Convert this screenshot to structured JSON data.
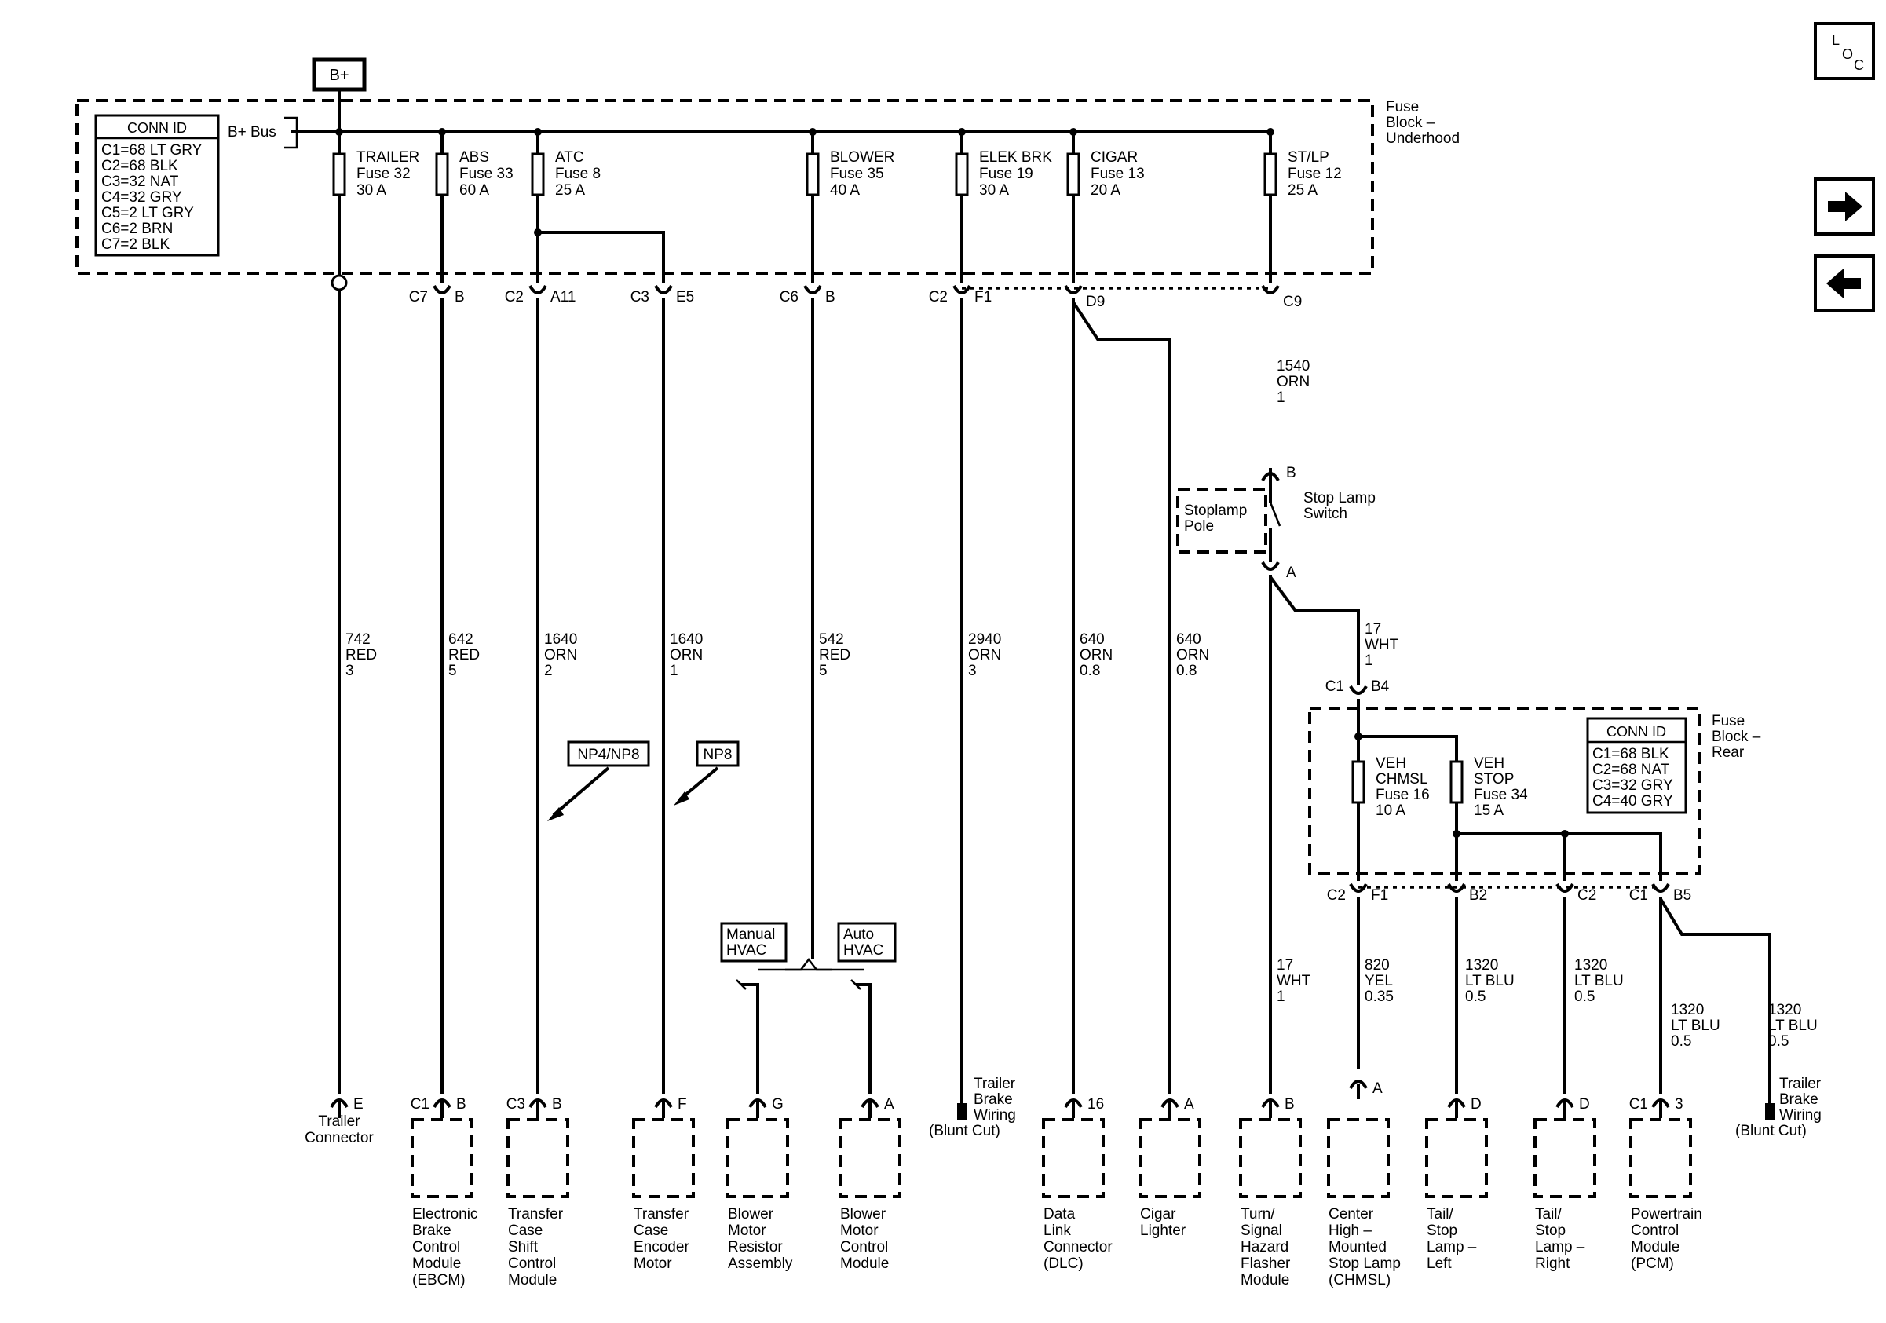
{
  "nav": {
    "loc_l": "L",
    "loc_o": "O",
    "loc_c": "C"
  },
  "bplus": "B+",
  "bus_label": "B+ Bus",
  "fuse_block_underhood": [
    "Fuse",
    "Block –",
    "Underhood"
  ],
  "fuse_block_rear": [
    "Fuse",
    "Block –",
    "Rear"
  ],
  "conn_id_underhood": {
    "title": "CONN ID",
    "lines": [
      "C1=68 LT GRY",
      "C2=68 BLK",
      "C3=32 NAT",
      "C4=32 GRY",
      "C5=2 LT GRY",
      "C6=2 BRN",
      "C7=2 BLK"
    ]
  },
  "conn_id_rear": {
    "title": "CONN ID",
    "lines": [
      "C1=68 BLK",
      "C2=68 NAT",
      "C3=32 GRY",
      "C4=40 GRY"
    ]
  },
  "fuses_underhood": [
    [
      "TRAILER",
      "Fuse 32",
      "30 A"
    ],
    [
      "ABS",
      "Fuse 33",
      "60 A"
    ],
    [
      "ATC",
      "Fuse 8",
      "25 A"
    ],
    [
      "BLOWER",
      "Fuse 35",
      "40 A"
    ],
    [
      "ELEK BRK",
      "Fuse 19",
      "30 A"
    ],
    [
      "CIGAR",
      "Fuse 13",
      "20 A"
    ],
    [
      "ST/LP",
      "Fuse 12",
      "25 A"
    ]
  ],
  "fuses_rear": [
    [
      "VEH",
      "CHMSL",
      "Fuse 16",
      "10 A"
    ],
    [
      "VEH",
      "STOP",
      "Fuse 34",
      "15 A"
    ]
  ],
  "top_connectors": [
    [
      "C7",
      "B"
    ],
    [
      "C2",
      "A11"
    ],
    [
      "C3",
      "E5"
    ],
    [
      "C6",
      "B"
    ],
    [
      "C2",
      "F1"
    ],
    [
      "D9"
    ],
    [
      "C9"
    ]
  ],
  "rear_top_connector": [
    "C1",
    "B4"
  ],
  "rear_bottom_connectors": [
    [
      "C2",
      "F1"
    ],
    [
      "B2"
    ],
    [
      "C2"
    ],
    [
      "C1",
      "B5"
    ]
  ],
  "wires": [
    [
      "742",
      "RED",
      "3"
    ],
    [
      "642",
      "RED",
      "5"
    ],
    [
      "1640",
      "ORN",
      "2"
    ],
    [
      "1640",
      "ORN",
      "1"
    ],
    [
      "542",
      "RED",
      "5"
    ],
    [
      "2940",
      "ORN",
      "3"
    ],
    [
      "640",
      "ORN",
      "0.8"
    ],
    [
      "640",
      "ORN",
      "0.8"
    ],
    [
      "1540",
      "ORN",
      "1"
    ],
    [
      "17",
      "WHT",
      "1"
    ],
    [
      "17",
      "WHT",
      "1"
    ],
    [
      "820",
      "YEL",
      "0.35"
    ],
    [
      "1320",
      "LT BLU",
      "0.5"
    ],
    [
      "1320",
      "LT BLU",
      "0.5"
    ],
    [
      "1320",
      "LT BLU",
      "0.5"
    ],
    [
      "1320",
      "LT BLU",
      "0.5"
    ]
  ],
  "option_tags": [
    "NP4/NP8",
    "NP8"
  ],
  "hvac_tags": [
    [
      "Manual",
      "HVAC"
    ],
    [
      "Auto",
      "HVAC"
    ]
  ],
  "stoplamp": {
    "pole": [
      "Stoplamp",
      "Pole"
    ],
    "switch": [
      "Stop Lamp",
      "Switch"
    ],
    "pin_b": "B",
    "pin_a": "A"
  },
  "bottom_pins": [
    [
      "E"
    ],
    [
      "C1",
      "B"
    ],
    [
      "C3",
      "B"
    ],
    [
      "F"
    ],
    [
      "G"
    ],
    [
      "A"
    ],
    [
      "16"
    ],
    [
      "A"
    ],
    [
      "B"
    ],
    [
      "A"
    ],
    [
      "D"
    ],
    [
      "D"
    ],
    [
      "C1",
      "3"
    ]
  ],
  "components": [
    [
      "Trailer",
      "Connector"
    ],
    [
      "Electronic",
      "Brake",
      "Control",
      "Module",
      "(EBCM)"
    ],
    [
      "Transfer",
      "Case",
      "Shift",
      "Control",
      "Module"
    ],
    [
      "Transfer",
      "Case",
      "Encoder",
      "Motor"
    ],
    [
      "Blower",
      "Motor",
      "Resistor",
      "Assembly"
    ],
    [
      "Blower",
      "Motor",
      "Control",
      "Module"
    ],
    [
      "Data",
      "Link",
      "Connector",
      "(DLC)"
    ],
    [
      "Cigar",
      "Lighter"
    ],
    [
      "Turn/",
      "Signal",
      "Hazard",
      "Flasher",
      "Module"
    ],
    [
      "Center",
      "High –",
      "Mounted",
      "Stop Lamp",
      "(CHMSL)"
    ],
    [
      "Tail/",
      "Stop",
      "Lamp –",
      "Left"
    ],
    [
      "Tail/",
      "Stop",
      "Lamp –",
      "Right"
    ],
    [
      "Powertrain",
      "Control",
      "Module",
      "(PCM)"
    ]
  ],
  "blunt_cut_labels": [
    [
      "Trailer",
      "Brake",
      "Wiring",
      "(Blunt Cut)"
    ],
    [
      "Trailer",
      "Brake",
      "Wiring",
      "(Blunt Cut)"
    ]
  ]
}
